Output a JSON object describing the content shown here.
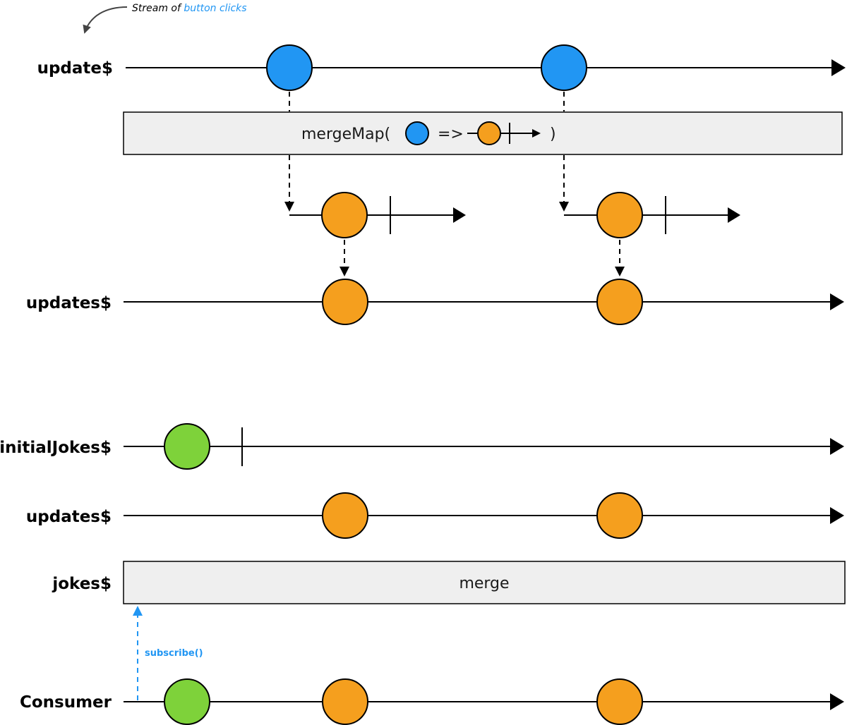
{
  "colors": {
    "click": "#2196f3",
    "update": "#f59f1e",
    "initial": "#7ed23a",
    "operator_box": "#efefef",
    "subscribe": "#2196f3"
  },
  "annotation": {
    "prefix": "Stream of ",
    "accent": "button clicks"
  },
  "streams": {
    "update_clicks": "update$",
    "updates": "updates$",
    "initial_jokes": "initialJokes$",
    "updates_again": "updates$",
    "jokes": "jokes$",
    "consumer": "Consumer"
  },
  "operators": {
    "merge_map_open": "mergeMap(",
    "arrow": "=>",
    "close": ")",
    "merge": "merge"
  },
  "subscribe_label": "subscribe()"
}
